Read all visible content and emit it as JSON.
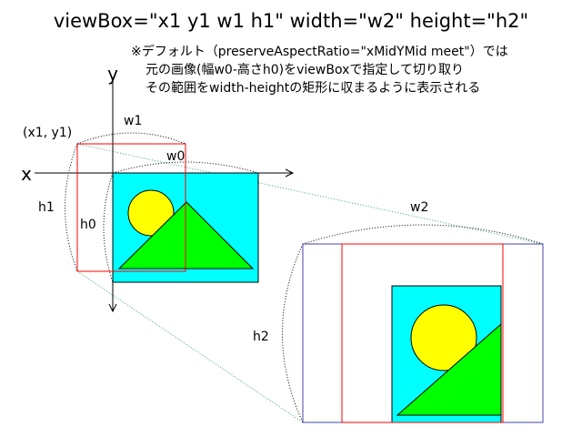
{
  "title": "viewBox=\"x1 y1 w1 h1\" width=\"w2\" height=\"h2\"",
  "notes": [
    "※デフォルト（preserveAspectRatio=\"xMidYMid meet\"）では",
    "元の画像(幅w0-高さh0)をviewBoxで指定して切り取り",
    "その範囲をwidth-heightの矩形に収まるように表示される"
  ],
  "labels": {
    "axis_y": "y",
    "axis_x": "x",
    "origin": "(x1, y1)",
    "w1": "w1",
    "w0": "w0",
    "h1": "h1",
    "h0": "h0",
    "w2": "w2",
    "h2": "h2"
  },
  "colors": {
    "image_bg": "#00ffff",
    "sun": "#ffff00",
    "mountain": "#00ff00",
    "viewbox_rect": "#ff0000",
    "output_rect": "#4444aa",
    "guide": "#40a080"
  }
}
